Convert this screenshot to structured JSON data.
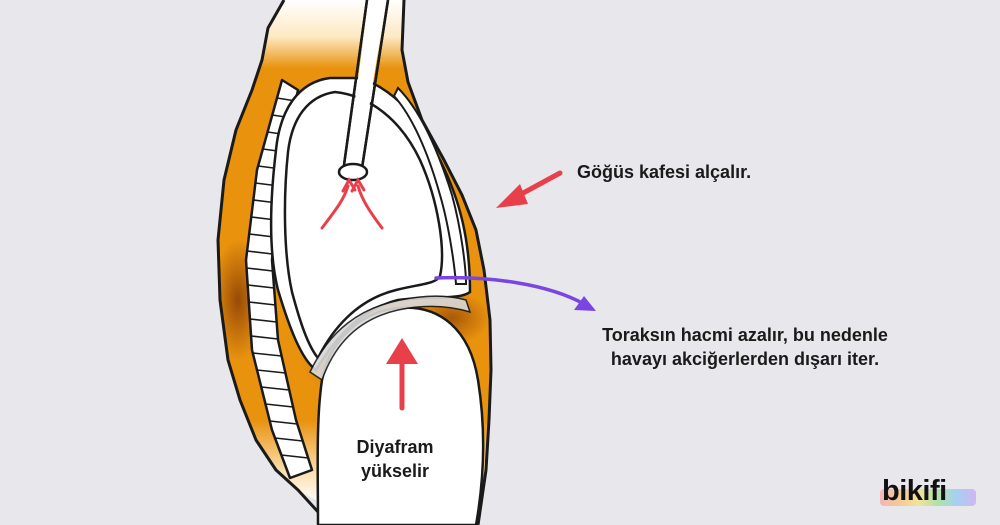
{
  "labels": {
    "ribcage": "Göğüs kafesi alçalır.",
    "volume_line1": "Toraksın hacmi azalır, bu nedenle",
    "volume_line2": "havayı akciğerlerden dışarı iter.",
    "diaphragm_line1": "Diyafram",
    "diaphragm_line2": "yükselir"
  },
  "logo": {
    "text": "bikifi"
  },
  "colors": {
    "background": "#e8e8ec",
    "tissue": "#e8920e",
    "tissue_dark": "#a9510b",
    "outline": "#1a1a1a",
    "red_arrow": "#e8404a",
    "purple_arrow": "#7b45e0"
  }
}
